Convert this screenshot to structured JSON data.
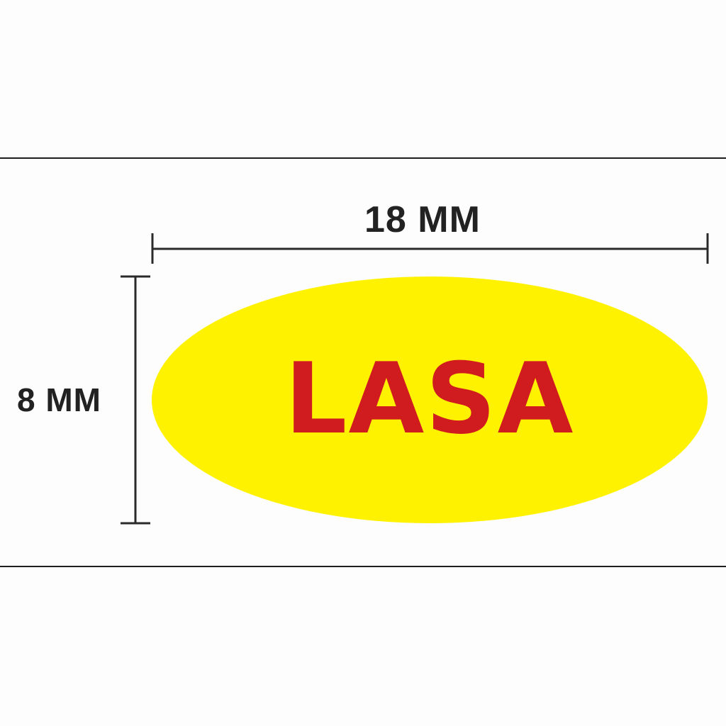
{
  "dimensions": {
    "width_label": "18 MM",
    "height_label": "8 MM"
  },
  "sticker": {
    "text": "LASA",
    "shape": "oval",
    "fill_color": "#fef200",
    "text_color": "#d01c1f"
  },
  "colors": {
    "background": "#fdfdfd",
    "lines": "#2a2a2a"
  }
}
